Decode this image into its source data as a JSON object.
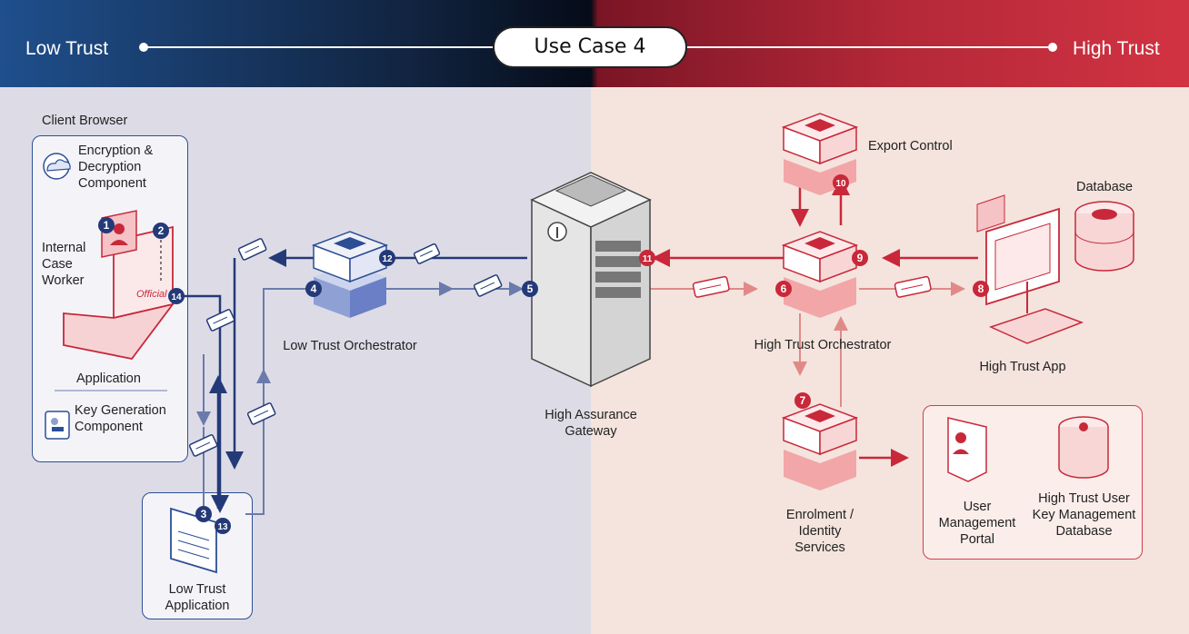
{
  "header": {
    "title": "Use Case 4",
    "left_label": "Low Trust",
    "right_label": "High Trust"
  },
  "labels": {
    "client_browser": "Client Browser",
    "encryption": "Encryption & Decryption Component",
    "internal_case_worker": "Internal Case Worker",
    "official": "Official",
    "application": "Application",
    "key_generation": "Key Generation Component",
    "low_trust_application": "Low Trust Application",
    "low_trust_orchestrator": "Low Trust Orchestrator",
    "high_assurance_gateway": "High Assurance Gateway",
    "export_control": "Export Control",
    "database": "Database",
    "high_trust_orchestrator": "High Trust Orchestrator",
    "high_trust_app": "High Trust App",
    "enrolment": "Enrolment / Identity Services",
    "user_management_portal": "User Management Portal",
    "key_management_db": "High Trust User Key Management Database"
  },
  "steps": [
    "1",
    "2",
    "3",
    "4",
    "5",
    "6",
    "7",
    "8",
    "9",
    "10",
    "11",
    "12",
    "13",
    "14"
  ],
  "colors": {
    "low_trust": "#243a78",
    "high_trust": "#c8283a",
    "low_bg": "#dddce6",
    "high_bg": "#f4e4dd"
  }
}
